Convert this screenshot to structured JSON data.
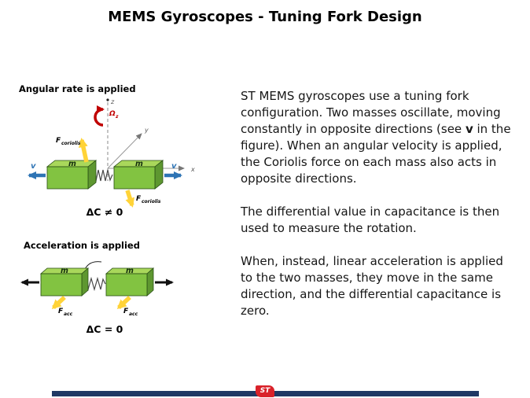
{
  "title": "MEMS Gyroscopes - Tuning Fork Design",
  "fig_angular": {
    "caption": "Angular rate is applied",
    "omega_main": "Ω",
    "omega_sub": "z",
    "axis_x": "x",
    "axis_y": "y",
    "axis_z": "z",
    "force_main": "F",
    "force_sub": "coriolis",
    "mass": "m",
    "velocity": "v",
    "result": "ΔC ≠ 0"
  },
  "fig_accel": {
    "caption": "Acceleration is applied",
    "force_main": "F",
    "force_sub": "acc",
    "mass": "m",
    "result": "ΔC = 0"
  },
  "body": {
    "p1_before": "ST MEMS gyroscopes use a tuning fork configuration. Two masses oscillate, moving constantly in opposite directions (see ",
    "p1_bold": "v",
    "p1_after": " in the figure). When an angular velocity is applied, the Coriolis force on each mass also acts in opposite directions.",
    "p2": "The differential value in capacitance is then used to measure the rotation.",
    "p3": "When, instead, linear acceleration is applied to the two masses, they move in the same direction, and the differential capacitance is zero."
  },
  "footer": {
    "bar_color": "#1F3864",
    "logo_text": "ST"
  },
  "colors": {
    "mass_front": "#82C341",
    "mass_top": "#A9D75B",
    "mass_side": "#5E9730",
    "velocity_blue": "#2E74B5",
    "force_yellow": "#FFD338",
    "rotation_red": "#C00000",
    "footer_navy": "#1F3864"
  }
}
